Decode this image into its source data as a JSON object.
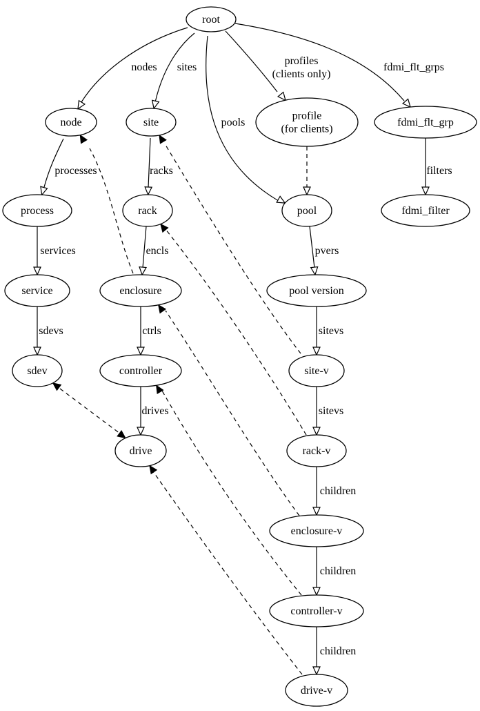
{
  "diagram": {
    "type": "directed-graph",
    "nodes": [
      {
        "id": "root",
        "label": "root"
      },
      {
        "id": "node",
        "label": "node"
      },
      {
        "id": "site",
        "label": "site"
      },
      {
        "id": "profile",
        "label": "profile\n(for clients)"
      },
      {
        "id": "fdmi_flt_grp",
        "label": "fdmi_flt_grp"
      },
      {
        "id": "process",
        "label": "process"
      },
      {
        "id": "rack",
        "label": "rack"
      },
      {
        "id": "pool",
        "label": "pool"
      },
      {
        "id": "fdmi_filter",
        "label": "fdmi_filter"
      },
      {
        "id": "service",
        "label": "service"
      },
      {
        "id": "enclosure",
        "label": "enclosure"
      },
      {
        "id": "pool_version",
        "label": "pool version"
      },
      {
        "id": "sdev",
        "label": "sdev"
      },
      {
        "id": "controller",
        "label": "controller"
      },
      {
        "id": "site_v",
        "label": "site-v"
      },
      {
        "id": "drive",
        "label": "drive"
      },
      {
        "id": "rack_v",
        "label": "rack-v"
      },
      {
        "id": "enclosure_v",
        "label": "enclosure-v"
      },
      {
        "id": "controller_v",
        "label": "controller-v"
      },
      {
        "id": "drive_v",
        "label": "drive-v"
      }
    ],
    "edges": [
      {
        "from": "root",
        "to": "node",
        "label": "nodes",
        "style": "solid",
        "arrow": "open"
      },
      {
        "from": "root",
        "to": "site",
        "label": "sites",
        "style": "solid",
        "arrow": "open"
      },
      {
        "from": "root",
        "to": "pool",
        "label": "pools",
        "style": "solid",
        "arrow": "open"
      },
      {
        "from": "root",
        "to": "profile",
        "label": "profiles\n(clients only)",
        "style": "solid",
        "arrow": "open"
      },
      {
        "from": "root",
        "to": "fdmi_flt_grp",
        "label": "fdmi_flt_grps",
        "style": "solid",
        "arrow": "open"
      },
      {
        "from": "node",
        "to": "process",
        "label": "processes",
        "style": "solid",
        "arrow": "open"
      },
      {
        "from": "site",
        "to": "rack",
        "label": "racks",
        "style": "solid",
        "arrow": "open"
      },
      {
        "from": "profile",
        "to": "pool",
        "label": "",
        "style": "dashed",
        "arrow": "open"
      },
      {
        "from": "fdmi_flt_grp",
        "to": "fdmi_filter",
        "label": "filters",
        "style": "solid",
        "arrow": "open"
      },
      {
        "from": "process",
        "to": "service",
        "label": "services",
        "style": "solid",
        "arrow": "open"
      },
      {
        "from": "rack",
        "to": "enclosure",
        "label": "encls",
        "style": "solid",
        "arrow": "open"
      },
      {
        "from": "pool",
        "to": "pool_version",
        "label": "pvers",
        "style": "solid",
        "arrow": "open"
      },
      {
        "from": "service",
        "to": "sdev",
        "label": "sdevs",
        "style": "solid",
        "arrow": "open"
      },
      {
        "from": "enclosure",
        "to": "controller",
        "label": "ctrls",
        "style": "solid",
        "arrow": "open"
      },
      {
        "from": "pool_version",
        "to": "site_v",
        "label": "sitevs",
        "style": "solid",
        "arrow": "open"
      },
      {
        "from": "controller",
        "to": "drive",
        "label": "drives",
        "style": "solid",
        "arrow": "open"
      },
      {
        "from": "site_v",
        "to": "rack_v",
        "label": "sitevs",
        "style": "solid",
        "arrow": "open"
      },
      {
        "from": "rack_v",
        "to": "enclosure_v",
        "label": "children",
        "style": "solid",
        "arrow": "open"
      },
      {
        "from": "enclosure_v",
        "to": "controller_v",
        "label": "children",
        "style": "solid",
        "arrow": "open"
      },
      {
        "from": "controller_v",
        "to": "drive_v",
        "label": "children",
        "style": "solid",
        "arrow": "open"
      },
      {
        "from": "enclosure",
        "to": "node",
        "label": "",
        "style": "dashed",
        "arrow": "filled"
      },
      {
        "from": "site_v",
        "to": "site",
        "label": "",
        "style": "dashed",
        "arrow": "filled"
      },
      {
        "from": "rack_v",
        "to": "rack",
        "label": "",
        "style": "dashed",
        "arrow": "filled"
      },
      {
        "from": "enclosure_v",
        "to": "enclosure",
        "label": "",
        "style": "dashed",
        "arrow": "filled"
      },
      {
        "from": "controller_v",
        "to": "controller",
        "label": "",
        "style": "dashed",
        "arrow": "filled"
      },
      {
        "from": "drive_v",
        "to": "drive",
        "label": "",
        "style": "dashed",
        "arrow": "filled"
      },
      {
        "from": "sdev",
        "to": "drive",
        "label": "",
        "style": "dashed",
        "arrow": "both-filled"
      }
    ]
  }
}
